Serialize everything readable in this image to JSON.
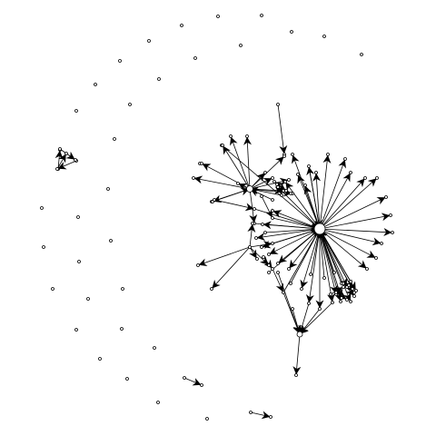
{
  "graph": {
    "type": "directed-network",
    "background": "#ffffff",
    "edge_color": "#000000",
    "node_fill": "#ffffff",
    "node_stroke": "#000000",
    "isolated_node_count": 38,
    "edge_count": 104,
    "labels": []
  }
}
